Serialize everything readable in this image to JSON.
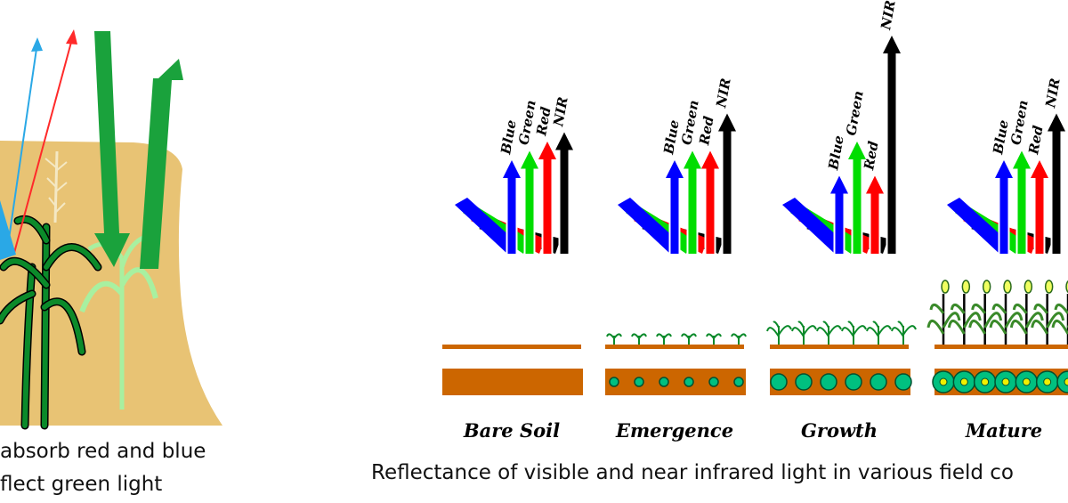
{
  "plant_caption": {
    "line1": "absorb red and blue",
    "line2": "flect green light"
  },
  "main_caption": "Reflectance of visible and near infrared light in various field co",
  "colors": {
    "blue": "#0000ff",
    "green": "#00dd00",
    "red": "#ff0000",
    "nir": "#000000",
    "soil": "#cc6600",
    "field_background": "#e8c374",
    "plant_dark": "#0b8a2a",
    "plant_light": "#a8f0a0",
    "reflected_green_arrow": "#1aa23c",
    "sky_blue_ray": "#2aa8e6",
    "red_ray": "#ff2a2a",
    "plant_circle": "#00c080",
    "mature_circle_center": "#f0f000"
  },
  "stages": [
    {
      "id": "bare-soil",
      "label": "Bare Soil",
      "bands": [
        {
          "band": "blue",
          "label": "Blue",
          "level": 0.3
        },
        {
          "band": "green",
          "label": "Green",
          "level": 0.33
        },
        {
          "band": "red",
          "label": "Red",
          "level": 0.36
        },
        {
          "band": "nir",
          "label": "NIR",
          "level": 0.39
        }
      ],
      "plant_count": 0,
      "plant_size": 0
    },
    {
      "id": "emergence",
      "label": "Emergence",
      "bands": [
        {
          "band": "blue",
          "label": "Blue",
          "level": 0.3
        },
        {
          "band": "green",
          "label": "Green",
          "level": 0.33
        },
        {
          "band": "red",
          "label": "Red",
          "level": 0.33
        },
        {
          "band": "nir",
          "label": "NIR",
          "level": 0.45
        }
      ],
      "plant_count": 6,
      "plant_size": 1
    },
    {
      "id": "growth",
      "label": "Growth",
      "bands": [
        {
          "band": "blue",
          "label": "Blue",
          "level": 0.25
        },
        {
          "band": "green",
          "label": "Green",
          "level": 0.36
        },
        {
          "band": "red",
          "label": "Red",
          "level": 0.25
        },
        {
          "band": "nir",
          "label": "NIR",
          "level": 0.7
        }
      ],
      "plant_count": 6,
      "plant_size": 2
    },
    {
      "id": "mature",
      "label": "Mature",
      "bands": [
        {
          "band": "blue",
          "label": "Blue",
          "level": 0.3
        },
        {
          "band": "green",
          "label": "Green",
          "level": 0.33
        },
        {
          "band": "red",
          "label": "Red",
          "level": 0.3
        },
        {
          "band": "nir",
          "label": "NIR",
          "level": 0.45
        }
      ],
      "plant_count": 7,
      "plant_size": 3
    }
  ]
}
